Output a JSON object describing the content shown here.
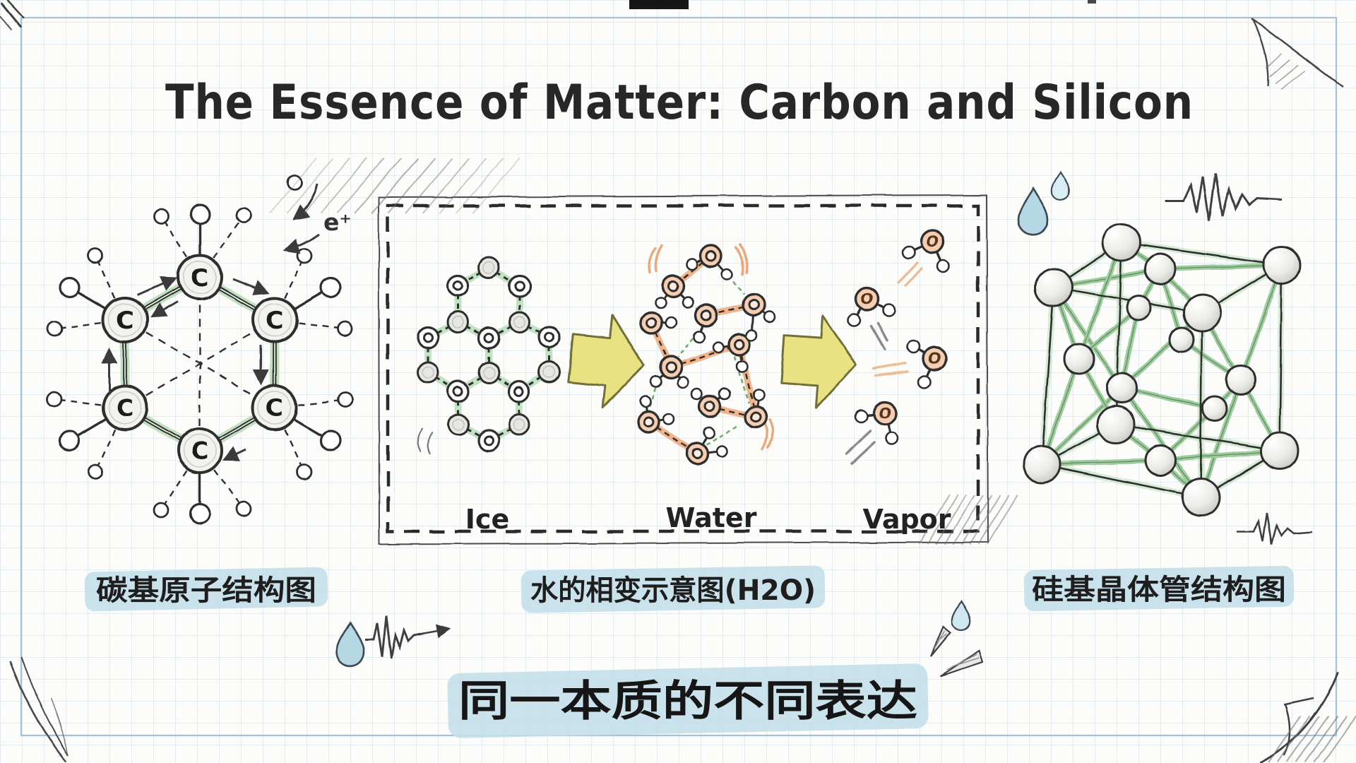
{
  "page": {
    "title": "The Essence of Matter: Carbon and Silicon",
    "conclusion": "同一本质的不同表达"
  },
  "carbon_panel": {
    "caption": "碳基原子结构图",
    "atom_symbol": "C",
    "electron_annotation": "e⁺"
  },
  "phase_panel": {
    "caption": "水的相变示意图(H2O)",
    "oxygen_symbol": "O",
    "stages": [
      {
        "label": "Ice"
      },
      {
        "label": "Water"
      },
      {
        "label": "Vapor"
      }
    ]
  },
  "silicon_panel": {
    "caption": "硅基晶体管结构图"
  },
  "colors": {
    "paper": "#fcfdfb",
    "grid": "#d3e2ee",
    "frame": "#a3c2d6",
    "ink": "#2f2f2f",
    "bond_green": "#b9ddb9",
    "atom_gray": "#e6e6e2",
    "water_orange": "#f5cdb0",
    "water_orange_deep": "#eda36f",
    "hbond_green": "#6fae6f",
    "arrow_yellow": "#e9e282",
    "arrow_yellow_edge": "#6f6f39",
    "highlight": "#c3dfe9",
    "drop": "#b5d8e4",
    "pencil": "#555555"
  }
}
